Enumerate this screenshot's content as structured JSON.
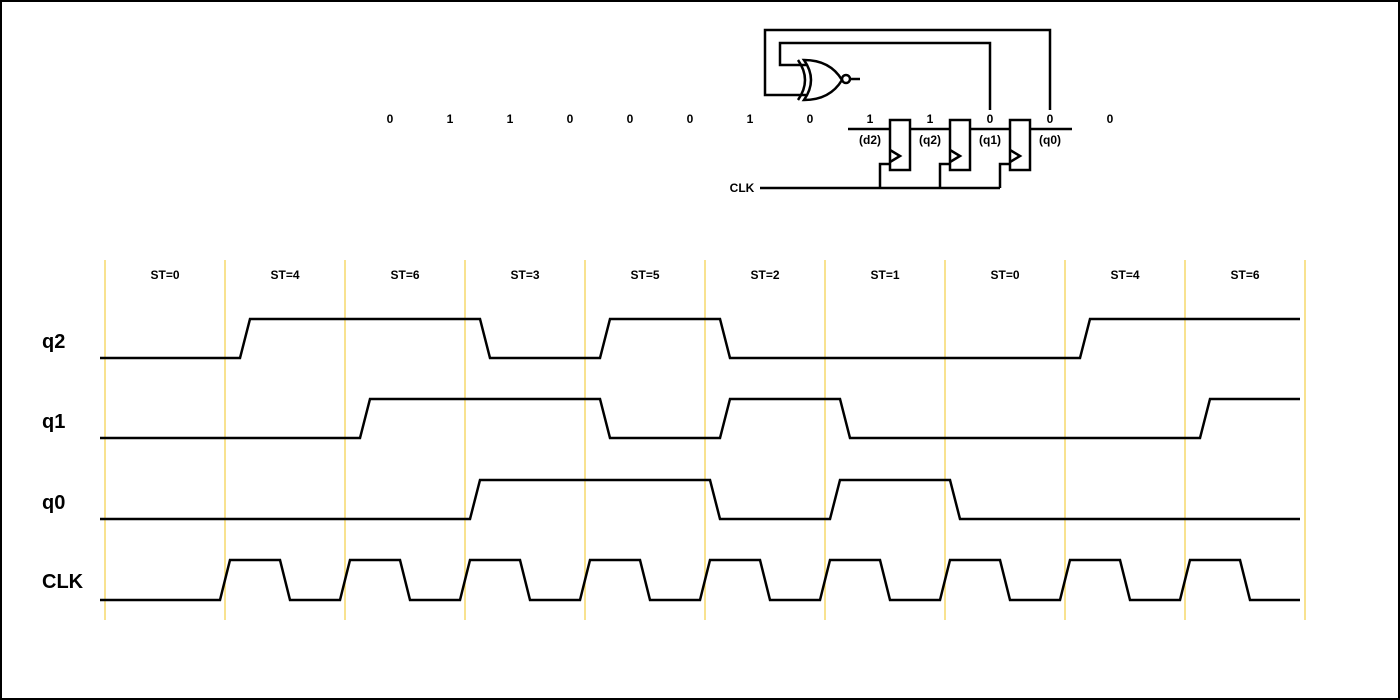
{
  "circuit": {
    "bit_sequence": [
      "0",
      "1",
      "1",
      "0",
      "0",
      "0",
      "1",
      "0",
      "1",
      "1",
      "0",
      "0",
      "0"
    ],
    "node_labels": [
      "(d2)",
      "(q2)",
      "(q1)",
      "(q0)"
    ],
    "clk_label": "CLK"
  },
  "timing": {
    "states": [
      "ST=0",
      "ST=4",
      "ST=6",
      "ST=3",
      "ST=5",
      "ST=2",
      "ST=1",
      "ST=0",
      "ST=4",
      "ST=6"
    ],
    "signals": [
      {
        "name": "q2",
        "values": [
          0,
          1,
          1,
          0,
          1,
          0,
          0,
          0,
          1,
          1
        ]
      },
      {
        "name": "q1",
        "values": [
          0,
          0,
          1,
          1,
          0,
          1,
          0,
          0,
          0,
          1
        ]
      },
      {
        "name": "q0",
        "values": [
          0,
          0,
          0,
          1,
          1,
          0,
          1,
          0,
          0,
          0
        ]
      }
    ],
    "clock_label": "CLK",
    "grid_color": "#f5d96b"
  }
}
